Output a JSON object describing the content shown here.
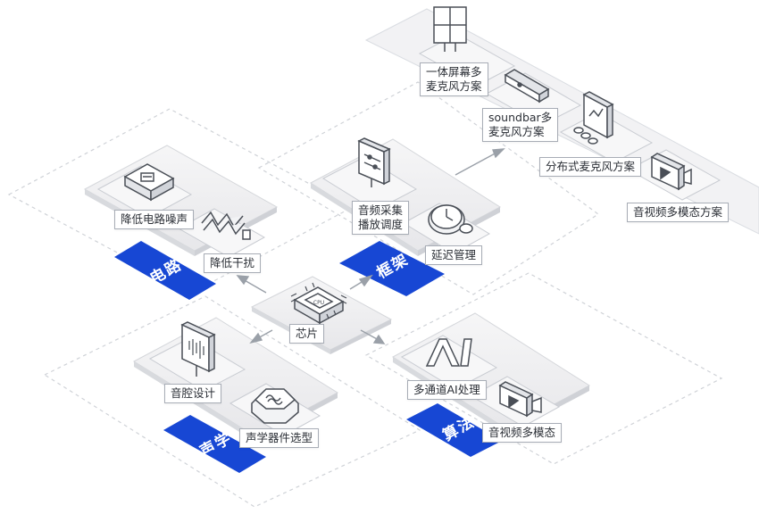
{
  "categories": {
    "circuit": "电路",
    "framework": "框架",
    "acoustics": "声学",
    "algorithm": "算法"
  },
  "center": {
    "label": "芯片",
    "chip_text": "CPU"
  },
  "circuit_items": {
    "noise": "降低电路噪声",
    "interference": "降低干扰"
  },
  "framework_items": {
    "capture": [
      "音频采集",
      "播放调度"
    ],
    "latency": "延迟管理"
  },
  "acoustics_items": {
    "cavity": "音腔设计",
    "components": "声学器件选型"
  },
  "algorithm_items": {
    "multichannel": "多通道AI处理",
    "multimodal": "音视频多模态"
  },
  "solutions": {
    "allinone": [
      "一体屏幕多",
      "麦克风方案"
    ],
    "soundbar": [
      "soundbar多",
      "麦克风方案"
    ],
    "distributed": "分布式麦克风方案",
    "multimodal": "音视频多模态方案"
  },
  "colors": {
    "accent": "#1747d4",
    "stroke": "#4a4f57",
    "plate": "#ececee",
    "dash": "#cfd2d7"
  },
  "icons": [
    "chip-icon",
    "soft-chip-icon",
    "zigzag-icon",
    "monitor-equalizer-icon",
    "stopwatch-icon",
    "monitor-waveform-icon",
    "speaker-icon",
    "ai-icon",
    "video-camera-icon",
    "window-grid-icon",
    "soundbar-icon",
    "distributed-mic-icon"
  ]
}
